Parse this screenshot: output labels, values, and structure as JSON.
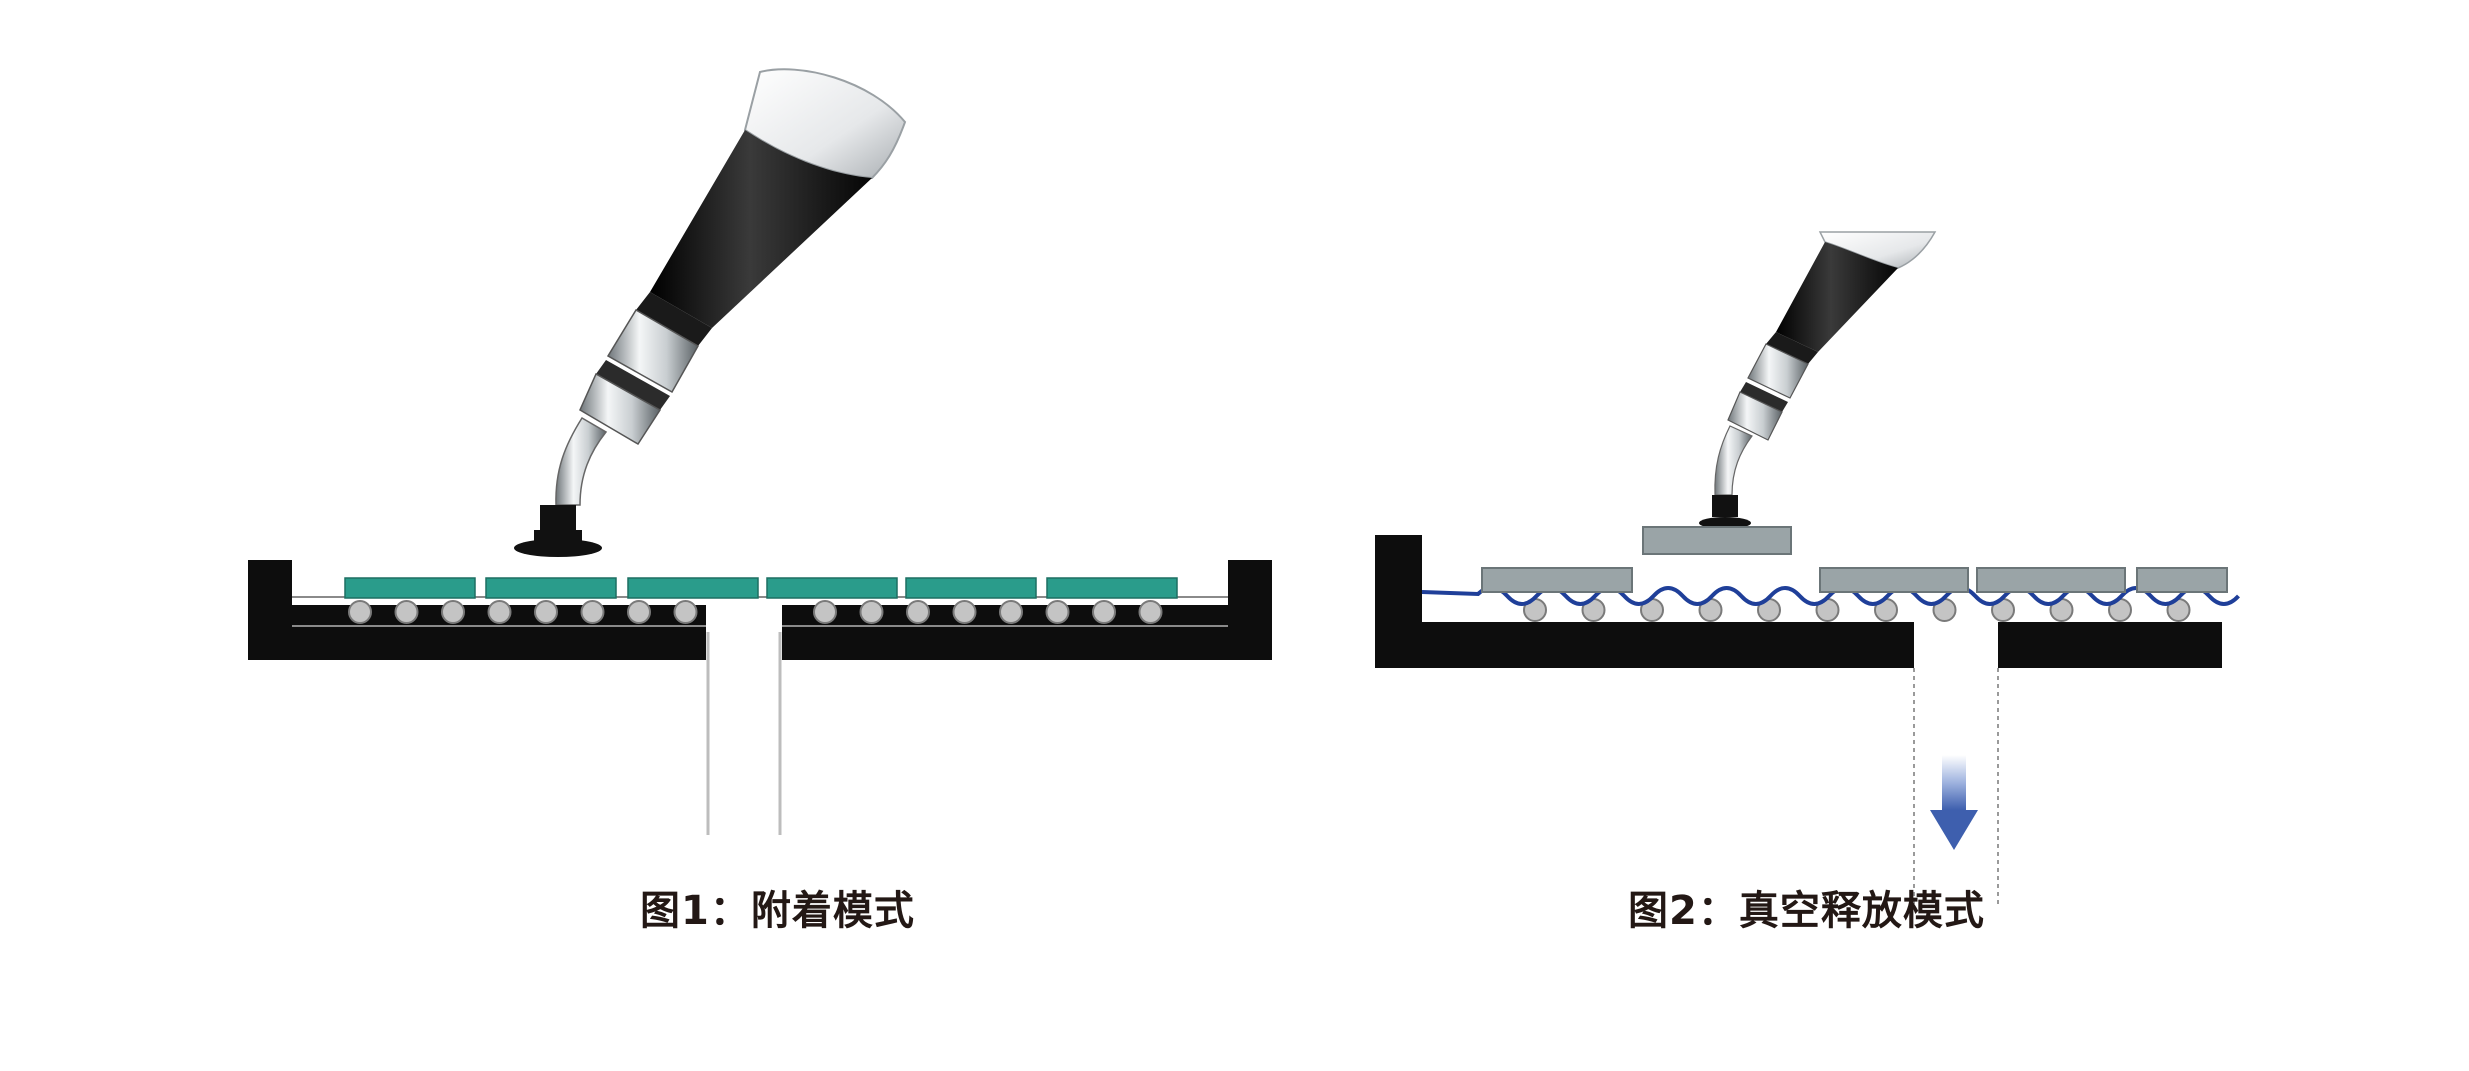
{
  "figures": [
    {
      "caption": "图1：附着模式",
      "mode": "attachment",
      "chip_color": "#2a9c8b",
      "label": "figure-1"
    },
    {
      "caption": "图2：真空释放模式",
      "mode": "vacuum-release",
      "chip_color": "#9aa4a7",
      "film_color": "#1f3f99",
      "arrow_color": "#3e5fae",
      "label": "figure-2"
    }
  ],
  "colors": {
    "base": "#0d0d0d",
    "roller_fill": "#c4c4c4",
    "roller_stroke": "#7a7a7a",
    "tool_body": "#111111",
    "tool_metal": "#c9ced1"
  },
  "icons": {
    "pickup_tool": "suction-nozzle-icon",
    "release_arrow": "down-arrow-icon"
  }
}
